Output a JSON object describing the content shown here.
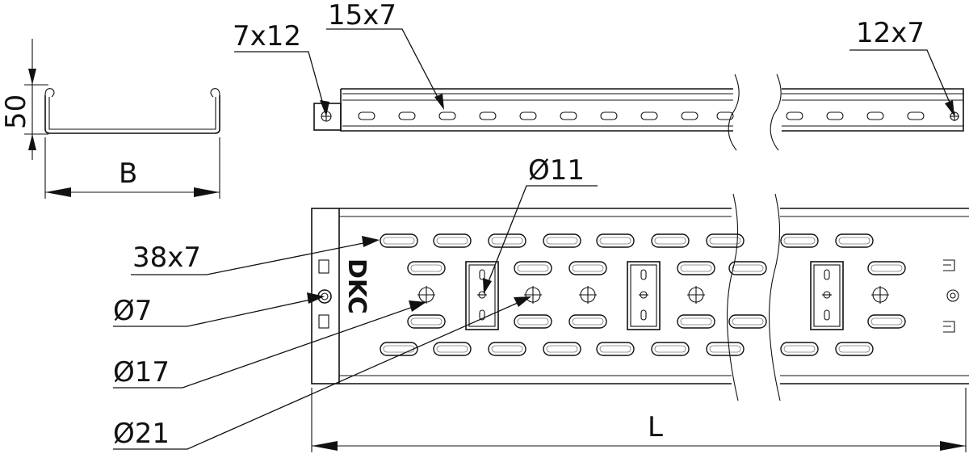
{
  "labels": {
    "height": "50",
    "width": "B",
    "length": "L",
    "brand": "DKC",
    "c_7x12": "7x12",
    "c_15x7": "15x7",
    "c_12x7": "12x7",
    "c_d11": "Ø11",
    "c_38x7": "38x7",
    "c_d7": "Ø7",
    "c_d17": "Ø17",
    "c_d21": "Ø21"
  }
}
